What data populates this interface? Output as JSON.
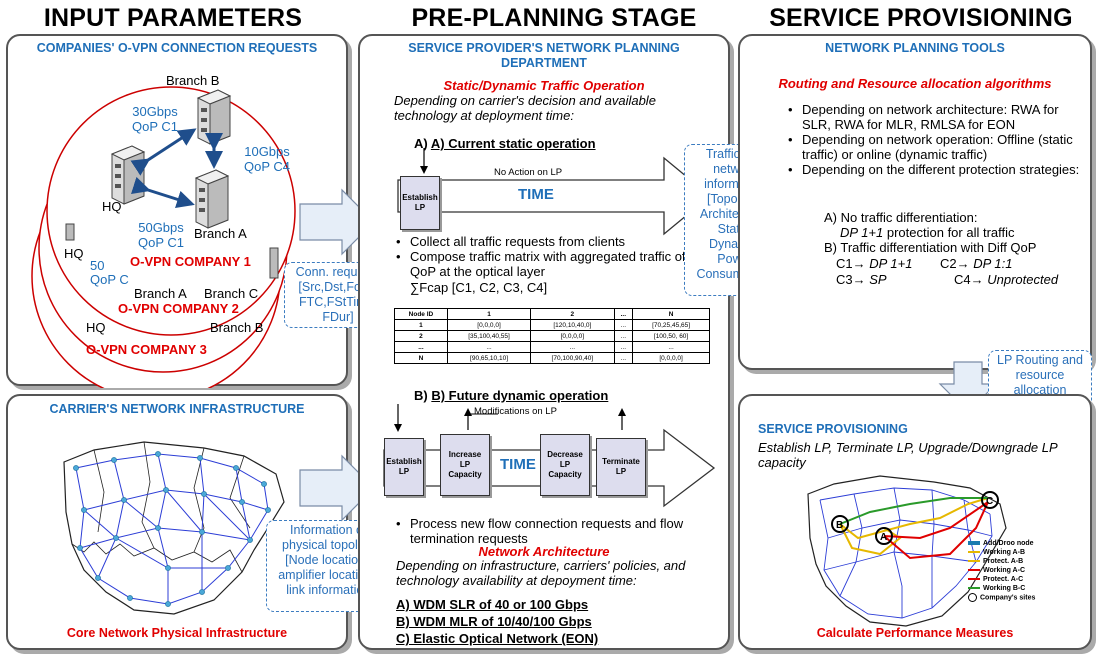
{
  "columns": {
    "left": "INPUT PARAMETERS",
    "middle": "PRE-PLANNING STAGE",
    "right": "SERVICE PROVISIONING"
  },
  "panel_requests": {
    "title": "COMPANIES' O-VPN CONNECTION REQUESTS",
    "branch_b": "Branch B",
    "branch_a": "Branch A",
    "hq": "HQ",
    "link_bb": "30Gbps\nQoP C1",
    "link_ba": "10Gbps\nQoP C4",
    "link_hq": "50Gbps\nQoP C1",
    "company1": "O-VPN COMPANY 1",
    "company2": "O-VPN COMPANY 2",
    "company3": "O-VPN COMPANY 3",
    "back_hq": "HQ",
    "back_hq2": "HQ",
    "back_qop": "QoP C",
    "back_50": "50",
    "back_branch_a": "Branch A",
    "back_branch_c": "Branch C",
    "back_branch_b": "Branch B"
  },
  "conn_requests_note": "Conn. requests\n[Src,Dst,Fcap,\nFTC,FStTime,\nFDur]",
  "panel_infra": {
    "title": "CARRIER'S NETWORK INFRASTRUCTURE",
    "caption": "Core Network Physical Infrastructure"
  },
  "physical_note": "Information on\nphysical topology\n[Node locations,\namplifier locations,\nlink information]",
  "panel_planning": {
    "title": "SERVICE PROVIDER'S NETWORK PLANNING\nDEPARTMENT",
    "traffic_op": "Static/Dynamic Traffic Operation",
    "traffic_desc": "Depending on carrier's decision and available technology at deployment time:",
    "static_head": "A) Current static operation",
    "no_action": "No Action on LP",
    "establish_lp": "Establish\nLP",
    "time": "TIME",
    "bullets_static": [
      "Collect all traffic requests from clients",
      "Compose traffic matrix with aggregated traffic of each QoP at the optical layer"
    ],
    "sum_line": "∑Fcap [C1, C2, C3, C4]",
    "matrix": {
      "header": [
        "Node ID",
        "1",
        "2",
        "...",
        "N"
      ],
      "rows": [
        [
          "1",
          "[0,0,0,0]",
          "[120,10,40,0]",
          "...",
          "[70,25,45,65]"
        ],
        [
          "2",
          "[35,100,40,55]",
          "[0,0,0,0]",
          "...",
          "[100,50, 60]"
        ],
        [
          "...",
          "...",
          "...",
          "...",
          "..."
        ],
        [
          "N",
          "[90,65,10,10]",
          "[70,100,90,40]",
          "...",
          "[0,0,0,0]"
        ]
      ]
    },
    "dynamic_head": "B) Future dynamic operation",
    "modifications": "Modifications on LP",
    "dyn_establish": "Establish\nLP",
    "dyn_increase": "Increase\nLP\nCapacity",
    "dyn_decrease": "Decrease\nLP\nCapacity",
    "dyn_terminate": "Terminate\nLP",
    "bullet_dynamic": "Process new flow connection requests and flow termination requests",
    "arch_head": "Network Architecture",
    "arch_desc": "Depending on infrastructure, carriers' policies, and technology availability at depoyment time:",
    "arch_a": "A) WDM SLR of 40 or 100 Gbps",
    "arch_b": "B) WDM MLR of 10/40/100 Gbps",
    "arch_c": "C) Elastic Optical Network (EON)"
  },
  "traffic_note": "Traffic and\nnetwork\ninformation\n[Topology,\nArchitecture,\nStatic/\nDynamic.\nPower\nConsumption]",
  "panel_tools": {
    "title": "NETWORK PLANNING TOOLS",
    "subtitle": "Routing and Resource allocation algorithms",
    "b1": "Depending on network architecture: RWA for SLR, RWA for MLR, RMLSA for EON",
    "b2": "Depending on network operation: Offline (static traffic) or online (dynamic traffic)",
    "b3": "Depending on the different protection strategies:",
    "a_line": "A) No traffic differentiation:",
    "a_sub_it": "DP 1+1",
    "a_sub_rest": " protection for all traffic",
    "b_line": "B) Traffic differentiation with Diff QoP",
    "c1": "C1→ ",
    "c1v": "DP 1+1",
    "c2": "C2→ ",
    "c2v": "DP 1:1",
    "c3": "C3→ ",
    "c3v": "SP",
    "c4": "C4→ ",
    "c4v": "Unprotected"
  },
  "lp_note": "LP Routing and\nresource\nallocation\ninformation",
  "panel_prov": {
    "title": "SERVICE PROVISIONING",
    "desc": "Establish LP, Terminate LP, Upgrade/Downgrade LP capacity",
    "caption": "Calculate Performance Measures",
    "legend": [
      "Add/Droo node",
      "Working A-B",
      "Protect. A-B",
      "Working A-C",
      "Protect. A-C",
      "Working B-C",
      "Company's sites"
    ],
    "legend_colors": [
      "#1a7bb0",
      "#e6b800",
      "#e6b800",
      "#e00000",
      "#e00000",
      "#2a9a2a",
      "#000000"
    ],
    "site_a": "A",
    "site_b": "B",
    "site_c": "C"
  }
}
